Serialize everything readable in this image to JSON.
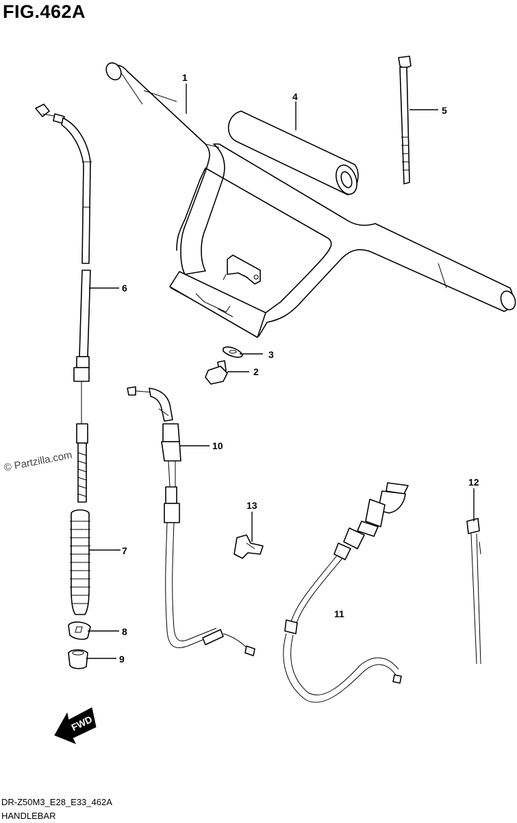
{
  "figure": {
    "title": "FIG.462A",
    "watermark": "© Partzilla.com",
    "code": "DR-Z50M3_E28_E33_462A",
    "name": "HANDLEBAR",
    "fwd_label": "FWD"
  },
  "callouts": [
    "1",
    "2",
    "3",
    "4",
    "5",
    "6",
    "7",
    "8",
    "9",
    "10",
    "11",
    "12",
    "13"
  ]
}
